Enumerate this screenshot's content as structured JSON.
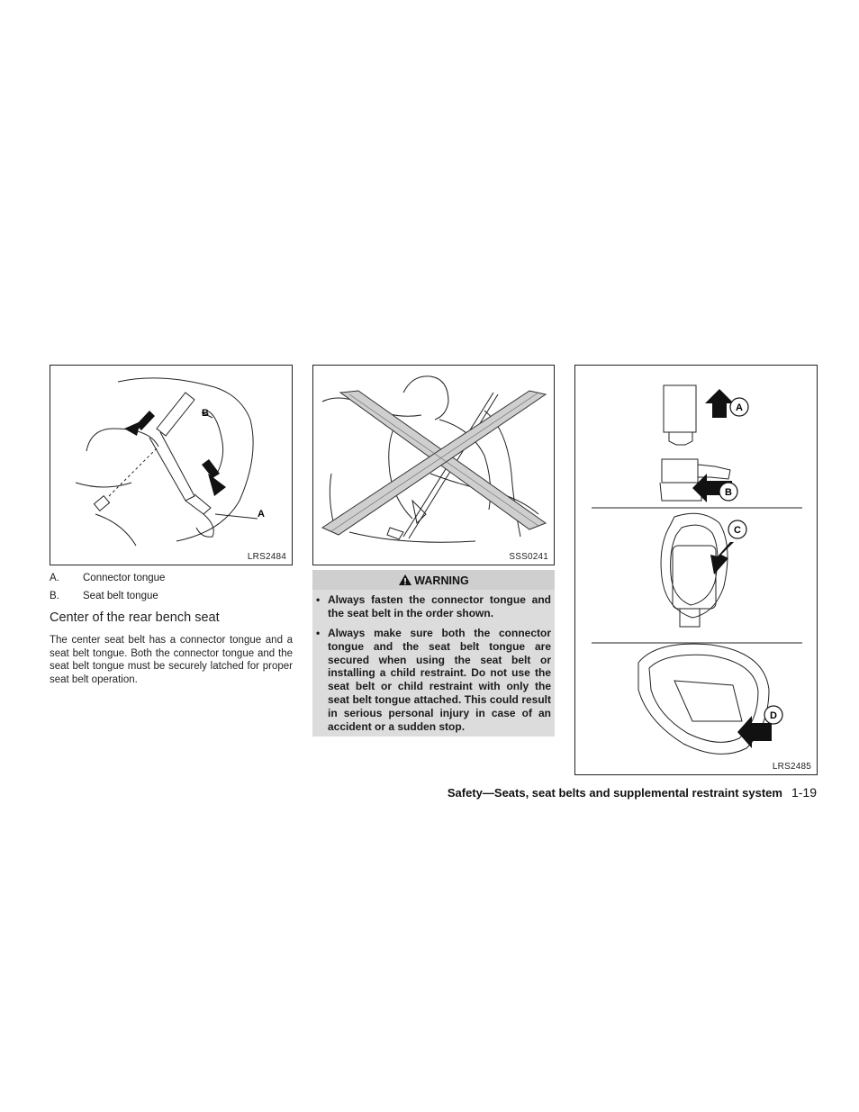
{
  "figures": {
    "fig1": {
      "code": "LRS2484",
      "callouts": [
        "B",
        "A"
      ]
    },
    "fig2": {
      "code": "SSS0241"
    },
    "fig3": {
      "code": "LRS2485",
      "callouts": [
        "A",
        "B",
        "C",
        "D"
      ]
    }
  },
  "labels": [
    {
      "key": "A.",
      "text": "Connector tongue"
    },
    {
      "key": "B.",
      "text": "Seat belt tongue"
    }
  ],
  "section": {
    "heading": "Center of the rear bench seat",
    "body": "The center seat belt has a connector tongue and a seat belt tongue. Both the connector tongue and the seat belt tongue must be securely latched for proper seat belt operation."
  },
  "warning": {
    "title": "WARNING",
    "bullet": "•",
    "items": [
      "Always fasten the connector tongue and the seat belt in the order shown.",
      "Always make sure both the connector tongue and the seat belt tongue are secured when using the seat belt or installing a child restraint. Do not use the seat belt or child restraint with only the seat belt tongue attached. This could result in serious personal injury in case of an accident or a sudden stop."
    ]
  },
  "footer": {
    "title": "Safety—Seats, seat belts and supplemental restraint system",
    "page": "1-19"
  }
}
